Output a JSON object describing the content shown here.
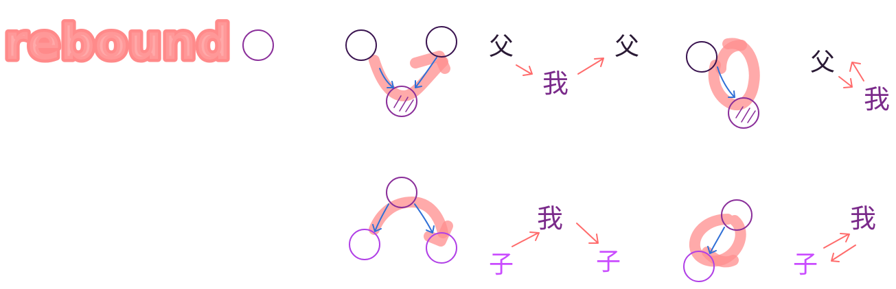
{
  "title": "rebound",
  "glyphs": {
    "parent": "父",
    "me": "我",
    "child": "子"
  },
  "colors": {
    "highlight": "#ff8d8d",
    "blue_arrow": "#2f6fd6",
    "red_arrow": "#ff6b6b",
    "dark_node": "#3a1450",
    "purple_node": "#8a2f9a",
    "violet_node": "#b040e6"
  }
}
